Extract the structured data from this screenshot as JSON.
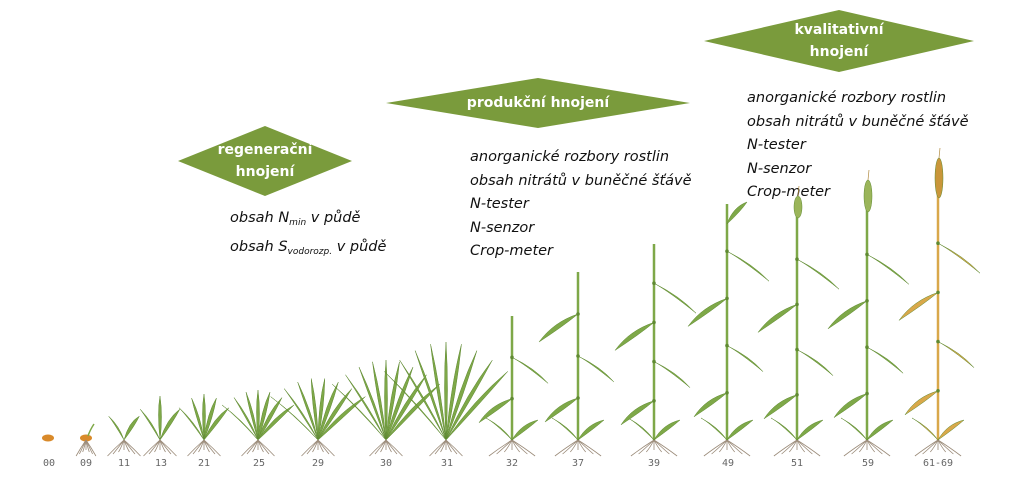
{
  "phases": {
    "regeneration": {
      "line1": "regenerační",
      "line2": "hnojení"
    },
    "production": {
      "label": "produkční hnojení"
    },
    "quality": {
      "line1": "kvalitativní",
      "line2": "hnojení"
    }
  },
  "regeneration_methods": {
    "nmin_prefix": "obsah N",
    "nmin_sub": "min",
    "nmin_suffix": " v půdě",
    "s_prefix": "obsah S",
    "s_sub": "vodorozp.",
    "s_suffix": " v půdě"
  },
  "production_methods": [
    "anorganické rozbory rostlin",
    "obsah nitrátů v buněčné šťávě",
    "N-tester",
    "N-senzor",
    "Crop-meter"
  ],
  "quality_methods": [
    "anorganické rozbory rostlin",
    "obsah nitrátů v buněčné šťávě",
    "N-tester",
    "N-senzor",
    "Crop-meter"
  ],
  "growth_stages": [
    "00",
    "09",
    "11",
    "13",
    "21",
    "25",
    "29",
    "30",
    "31",
    "32",
    "37",
    "39",
    "49",
    "51",
    "59",
    "61-69"
  ],
  "colors": {
    "diamond": "#7a9b3c",
    "leaf": "#7ea848",
    "leaf_dark": "#5f8a32",
    "ripe": "#d9a84a",
    "root": "#9a8a78",
    "seed": "#d98a2a"
  }
}
